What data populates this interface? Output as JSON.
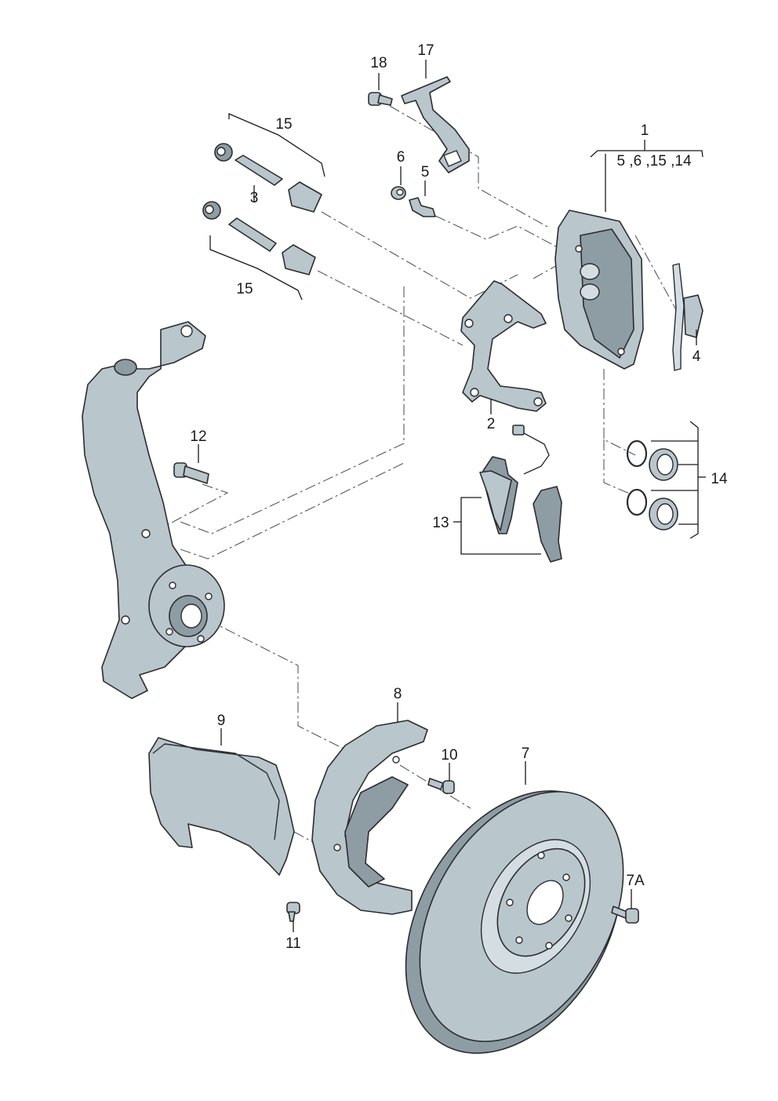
{
  "callouts": {
    "c1": "1",
    "c1_sub": "5 ,6 ,15 ,14",
    "c2": "2",
    "c3": "3",
    "c4": "4",
    "c5": "5",
    "c6": "6",
    "c7": "7",
    "c7a": "7A",
    "c8": "8",
    "c9": "9",
    "c10": "10",
    "c11": "11",
    "c12": "12",
    "c13": "13",
    "c14": "14",
    "c15_top": "15",
    "c15_bottom": "15",
    "c17": "17",
    "c18": "18"
  },
  "colors": {
    "part_fill": "#b9c6cc",
    "part_shade": "#8e9ca3",
    "outline": "#2a2d30",
    "background": "#ffffff"
  }
}
